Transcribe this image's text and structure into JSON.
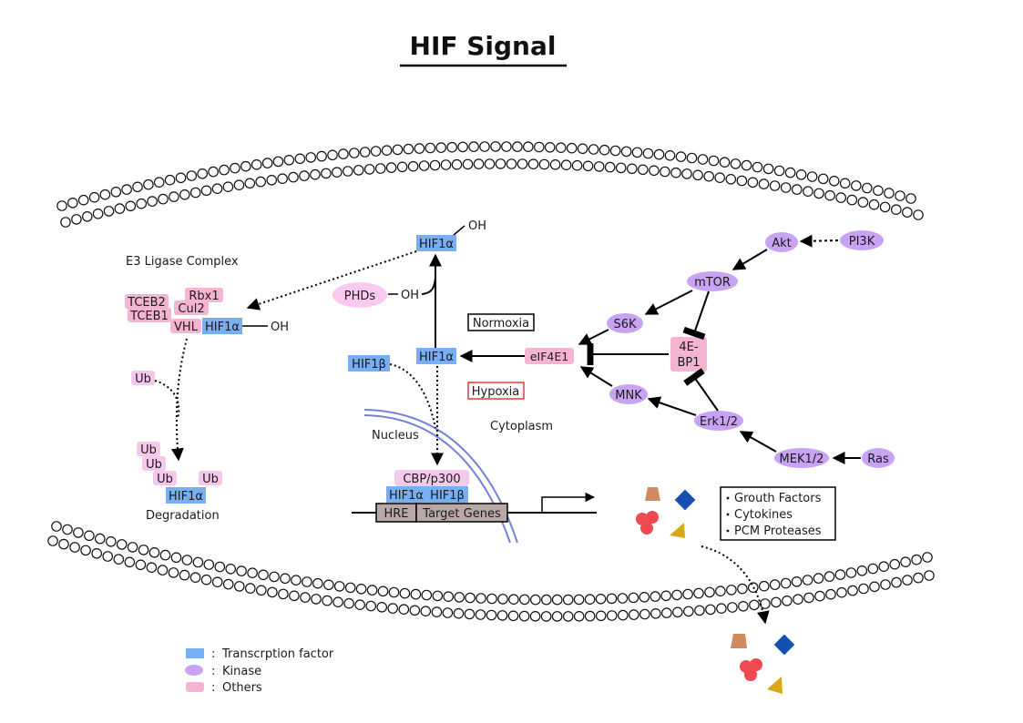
{
  "title": "HIF Signal",
  "colors": {
    "transcription_factor": "#78aef2",
    "kinase": "#c9a3f3",
    "others": "#f6b4d3",
    "ub": "#f5c7ea",
    "phds": "#f9c9ee",
    "cbp": "#f5c9ee",
    "hypoxia_border": "#e23b3b",
    "gene_box": "#b8a9a6",
    "nucleus_membrane": "#7780d8",
    "product_brown": "#d18a5e",
    "product_blue": "#1450b4",
    "product_red": "#f04a50",
    "product_yellow": "#d8a816"
  },
  "labels": {
    "e3_complex": "E3 Ligase Complex",
    "tceb2": "TCEB2",
    "tceb1": "TCEB1",
    "rbx1": "Rbx1",
    "cul2": "Cul2",
    "vhl": "VHL",
    "hif1a": "HIF1α",
    "hif1b": "HIF1β",
    "oh": "OH",
    "phds": "PHDs",
    "normoxia": "Normoxia",
    "hypoxia": "Hypoxia",
    "ub": "Ub",
    "degradation": "Degradation",
    "nucleus": "Nucleus",
    "cytoplasm": "Cytoplasm",
    "cbp_p300": "CBP/p300",
    "hre": "HRE",
    "target_genes": "Target Genes",
    "eif4e1": "eIF4E1",
    "four_ebp1_line1": "4E-",
    "four_ebp1_line2": "BP1",
    "akt": "Akt",
    "pi3k": "PI3K",
    "mtor": "mTOR",
    "s6k": "S6K",
    "mnk": "MNK",
    "erk12": "Erk1/2",
    "mek12": "MEK1/2",
    "ras": "Ras"
  },
  "products": [
    "Grouth Factors",
    "Cytokines",
    "PCM Proteases"
  ],
  "legend": [
    {
      "key": "tf",
      "label": "Transcrption factor"
    },
    {
      "key": "kinase",
      "label": "Kinase"
    },
    {
      "key": "others",
      "label": "Others"
    }
  ]
}
